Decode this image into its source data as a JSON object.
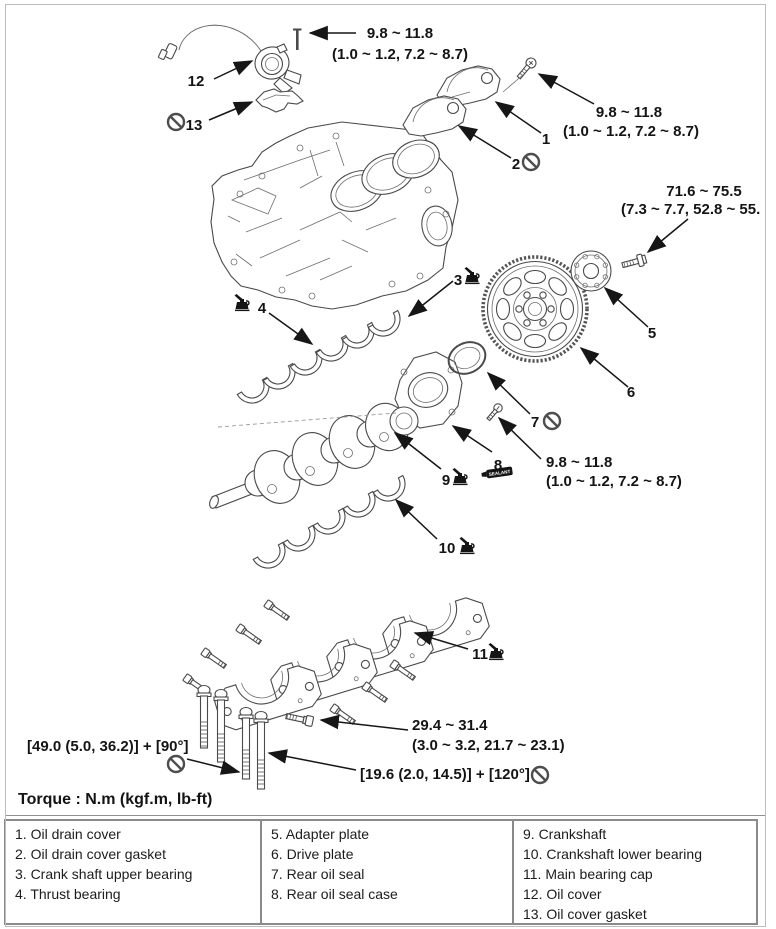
{
  "diagram": {
    "torque_note": "Torque : N.m (kgf.m, lb-ft)",
    "callouts": {
      "oil_cover_bolt": {
        "line1": "9.8 ~ 11.8",
        "line2": "(1.0 ~ 1.2, 7.2 ~ 8.7)"
      },
      "oil_drain_cover_bolt": {
        "line1": "9.8 ~ 11.8",
        "line2": "(1.0 ~ 1.2, 7.2 ~ 8.7)"
      },
      "drive_plate_bolt": {
        "line1": "71.6 ~ 75.5",
        "line2": "(7.3 ~ 7.7, 52.8 ~ 55."
      },
      "seal_case_bolt": {
        "line1": "9.8 ~ 11.8",
        "line2": "(1.0 ~ 1.2, 7.2 ~ 8.7)"
      },
      "cap_side_bolt": {
        "line1": "29.4 ~ 31.4",
        "line2": "(3.0 ~ 3.2, 21.7 ~ 23.1)"
      },
      "cap_main_bolt_stage": {
        "text": "[49.0 (5.0, 36.2)] + [90°]"
      },
      "cap_small_bolt_stage": {
        "text": "[19.6 (2.0, 14.5)] + [120°]"
      }
    },
    "part_labels": {
      "p1": "1",
      "p2": "2",
      "p3": "3",
      "p4": "4",
      "p5": "5",
      "p6": "6",
      "p7": "7",
      "p8": "8",
      "p9": "9",
      "p10": "10",
      "p11": "11",
      "p12": "12",
      "p13": "13"
    },
    "sealant_label": "SEALANT"
  },
  "legend": {
    "columns": [
      {
        "items": [
          "1. Oil drain cover",
          "2. Oil drain cover gasket",
          "3. Crank shaft upper bearing",
          "4. Thrust bearing"
        ]
      },
      {
        "items": [
          "5. Adapter plate",
          "6. Drive plate",
          "7. Rear oil seal",
          "8. Rear oil seal case"
        ]
      },
      {
        "items": [
          "9. Crankshaft",
          "10. Crankshaft lower bearing",
          "11. Main bearing cap",
          "12. Oil cover",
          "13. Oil cover gasket"
        ]
      }
    ]
  }
}
